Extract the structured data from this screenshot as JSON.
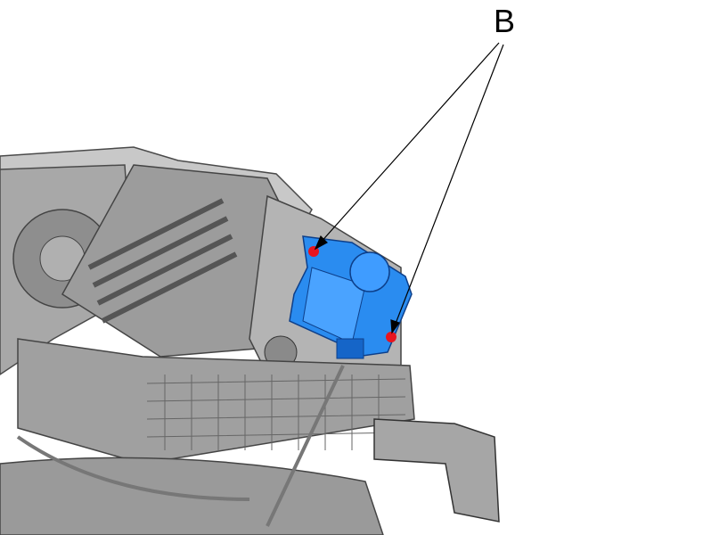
{
  "diagram": {
    "callout_label": "B",
    "colors": {
      "actuator": "#2a8cf0",
      "actuator_dark": "#1565c8",
      "fastener_marker": "#e8141e",
      "housing": "#9a9a9a",
      "housing_dark": "#5e5e5e",
      "housing_light": "#c8c8c8"
    },
    "parts": [
      "hvac-housing",
      "mode-door-actuator",
      "actuator-mounting-screw",
      "actuator-mounting-screw",
      "wiring-harness"
    ]
  }
}
